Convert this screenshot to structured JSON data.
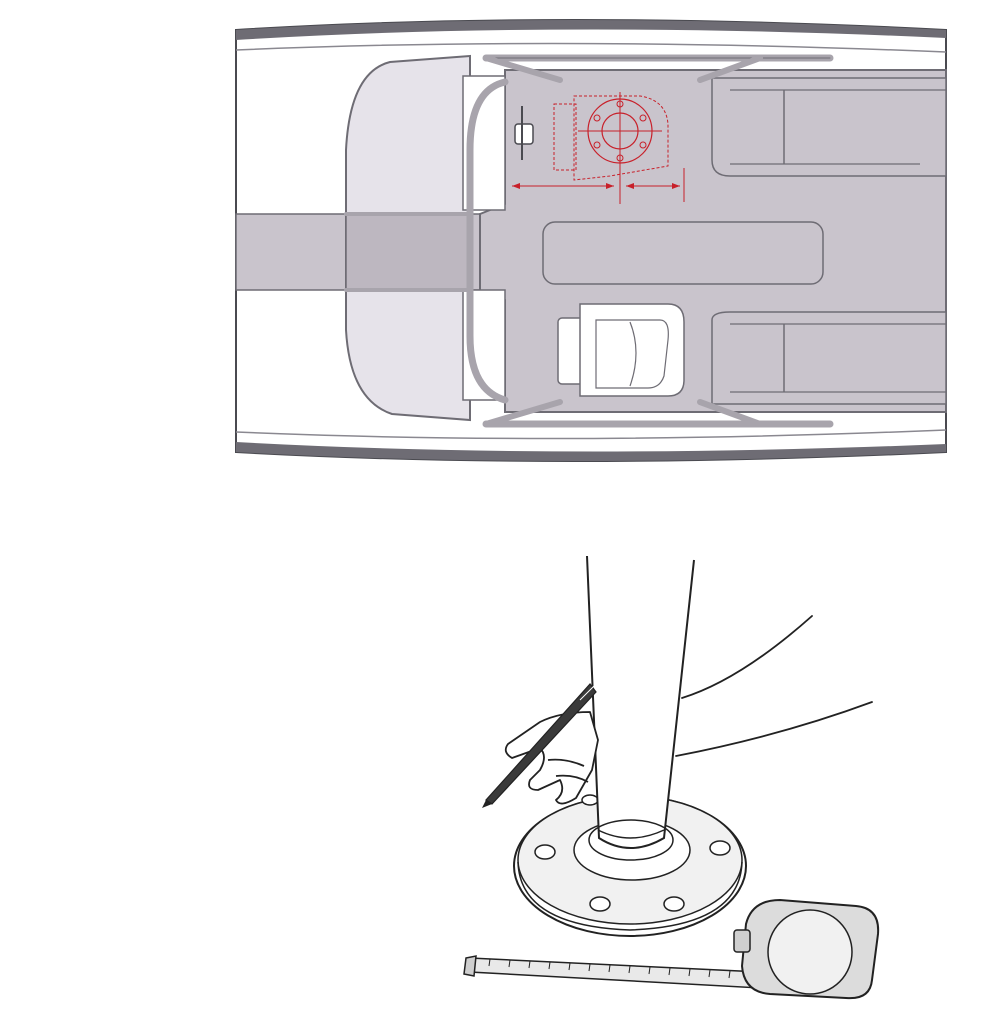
{
  "figure": {
    "panels": [
      {
        "id": "boat-top-view",
        "depicts": "boat-deck-top-view"
      },
      {
        "id": "pedestal-marking",
        "depicts": "pedestal-base-marking-with-pen"
      }
    ]
  },
  "colors": {
    "outline": "#4a4a50",
    "hull_stripe": "#6e6c74",
    "deck": "#c9c4cc",
    "deck_light": "#e6e3ea",
    "deck_dark": "#bdb7c0",
    "rail": "#a8a4ac",
    "layout_mark": "#c8202a",
    "tape_case": "#dcdcdc",
    "tape_blade": "#e9e9e9",
    "flange": "#e4e4e4",
    "pen": "#3a3a3a"
  }
}
